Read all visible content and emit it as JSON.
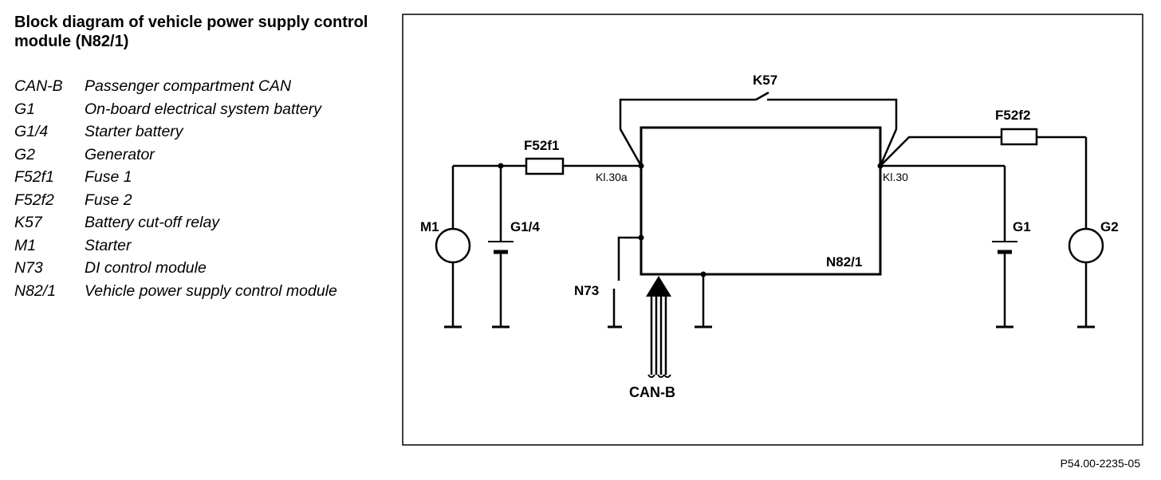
{
  "title": "Block diagram of vehicle power supply control module (N82/1)",
  "legend": [
    {
      "code": "CAN-B",
      "description": "Passenger compartment CAN"
    },
    {
      "code": "G1",
      "description": "On-board electrical system battery"
    },
    {
      "code": "G1/4",
      "description": "Starter battery"
    },
    {
      "code": "G2",
      "description": "Generator"
    },
    {
      "code": "F52f1",
      "description": "Fuse 1"
    },
    {
      "code": "F52f2",
      "description": "Fuse 2"
    },
    {
      "code": "K57",
      "description": "Battery cut-off relay"
    },
    {
      "code": "M1",
      "description": "Starter"
    },
    {
      "code": "N73",
      "description": "DI control module"
    },
    {
      "code": "N82/1",
      "description": "Vehicle power supply control module"
    }
  ],
  "diagram": {
    "labels": {
      "k57": "K57",
      "f52f1": "F52f1",
      "f52f2": "F52f2",
      "kl30a": "Kl.30a",
      "kl30": "Kl.30",
      "m1": "M1",
      "g1_4": "G1/4",
      "g1": "G1",
      "g2": "G2",
      "n73": "N73",
      "n82_1": "N82/1",
      "can_b": "CAN-B"
    }
  },
  "figure_ref": "P54.00-2235-05"
}
